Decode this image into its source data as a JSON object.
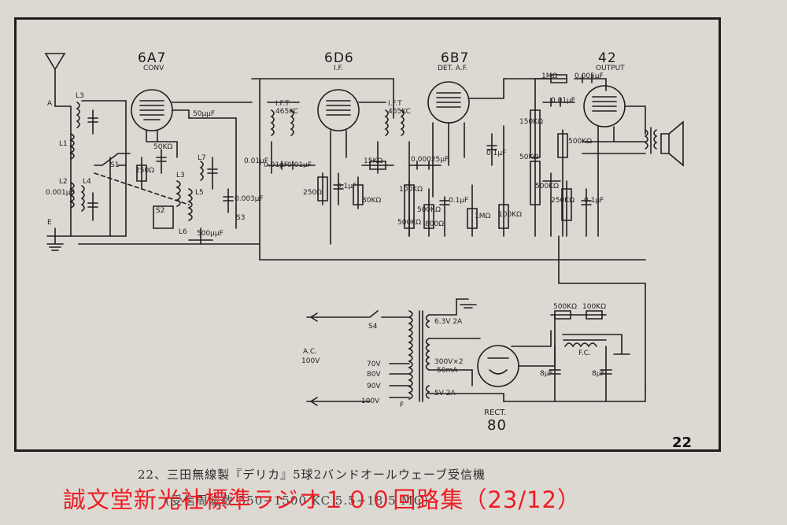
{
  "tubes": [
    {
      "name": "6A7",
      "role": "CONV"
    },
    {
      "name": "6D6",
      "role": "I.F."
    },
    {
      "name": "6B7",
      "role": "DET. A.F."
    },
    {
      "name": "42",
      "role": "OUTPUT"
    },
    {
      "name": "80",
      "role": "RECT."
    }
  ],
  "labels": {
    "antenna_a": "A",
    "ground_e": "E",
    "l3": "L3",
    "l1": "L1",
    "l2": "L2",
    "l4": "L4",
    "l5": "L5",
    "l6": "L6",
    "l7": "L7",
    "s1": "S1",
    "s2": "S2",
    "s3": "S3",
    "s4": "S4",
    "ift1": "I.F.T",
    "ift1_freq": "465KC",
    "ift2": "I.F.T",
    "ift2_freq": "465KC",
    "c_001": "0.001μF",
    "c_50uuf": "50μμF",
    "c_001b": "0.01μF",
    "c_0003": "0.003μF",
    "c_500uuf": "500μμF",
    "c_001c": "0.01μF",
    "c_001d": "0.01μF",
    "c_01": "0.1μF",
    "c_00002": "0.00025μF",
    "c_01b": "0.1μF",
    "c_0005": "0.005μF",
    "c_001e": "0.01μF",
    "c_01c": "0.1μF",
    "c_8uf_a": "8μF",
    "c_8uf_b": "8μF",
    "r_50k": "50KΩ",
    "r_250": "250Ω",
    "r_250b": "250Ω",
    "r_30k": "30KΩ",
    "r_15k": "15KΩ",
    "r_100k": "100KΩ",
    "r_500k": "500KΩ",
    "r_800": "800Ω",
    "r_500kb": "500KΩ",
    "r_1m": "1MΩ",
    "r_1m2": "1MΩ",
    "r_100kb": "100KΩ",
    "r_150k": "150KΩ",
    "r_50kb": "50KΩ",
    "r_500kc": "500KΩ",
    "r_500kd": "500KΩ",
    "r_250kv": "250KΩ",
    "r_500ke": "500KΩ",
    "r_500kf": "500KΩ",
    "r_100kc": "100KΩ",
    "ac": "A.C.",
    "ac_v": "100V",
    "tap_70": "70V",
    "tap_80": "80V",
    "tap_90": "90V",
    "tap_100": "100V",
    "fuse_f": "F",
    "sec_63": "6.3V 2A",
    "sec_300": "300V×2",
    "sec_300_ma": "50mA",
    "sec_5v": "5V 2A",
    "fc": "F.C."
  },
  "page_number": "22",
  "caption": "22、三田無線製『デリカ』5球2バンドオールウェーブ受信機",
  "caption2": "(受信周波数 550~1500 KC 5.5~18.5 MC)",
  "overlay_text": "誠文堂新光社標準ラジオ１００回路集（23/12）",
  "colors": {
    "paper": "#dcd9d2",
    "ink": "#1e1e1e",
    "overlay": "#ee1c24"
  }
}
